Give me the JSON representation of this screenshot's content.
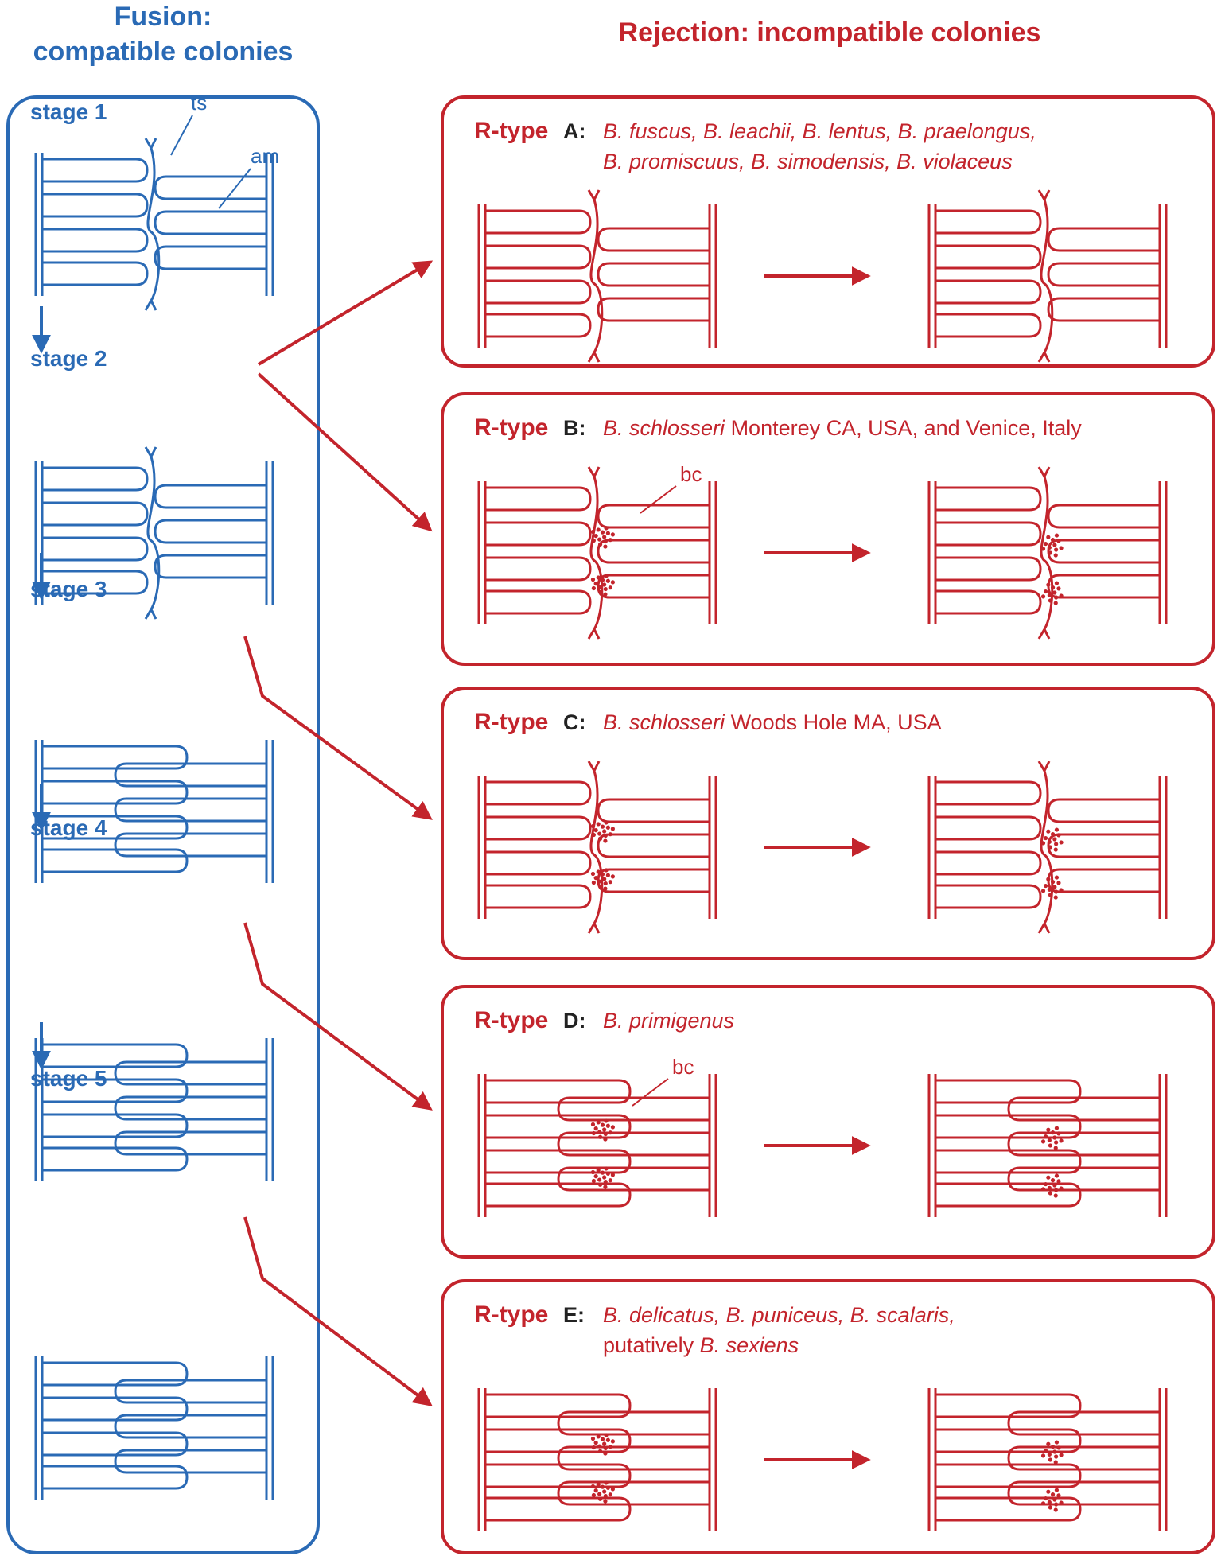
{
  "header": {
    "fusion_line1": "Fusion:",
    "fusion_line2": "compatible colonies",
    "rejection": "Rejection: incompatible colonies"
  },
  "stages": [
    "stage 1",
    "stage 2",
    "stage 3",
    "stage 4",
    "stage 5"
  ],
  "stage1_labels": {
    "ts": "ts",
    "am": "am"
  },
  "rtype_word": "R-type",
  "panels": [
    {
      "letter": "A:",
      "lines": [
        [
          {
            "t": "B. fuscus, B. leachii, B. lentus, B. praelongus,",
            "i": true
          }
        ],
        [
          {
            "t": "B. promiscuus, B. simodensis, B. violaceus",
            "i": true
          }
        ]
      ]
    },
    {
      "letter": "B:",
      "lines": [
        [
          {
            "t": "B. schlosseri",
            "i": true
          },
          {
            "t": " Monterey CA, USA, and Venice, Italy",
            "i": false
          }
        ]
      ],
      "label": "bc"
    },
    {
      "letter": "C:",
      "lines": [
        [
          {
            "t": "B. schlosseri",
            "i": true
          },
          {
            "t": " Woods Hole MA, USA",
            "i": false
          }
        ]
      ]
    },
    {
      "letter": "D:",
      "lines": [
        [
          {
            "t": "B. primigenus",
            "i": true
          }
        ]
      ],
      "label": "bc"
    },
    {
      "letter": "E:",
      "lines": [
        [
          {
            "t": "B. delicatus, B. puniceus, B. scalaris,",
            "i": true
          }
        ],
        [
          {
            "t": "putatively ",
            "i": false
          },
          {
            "t": "B. sexiens",
            "i": true
          }
        ]
      ]
    }
  ],
  "colors": {
    "fusion": "#2a6ab5",
    "rejection": "#c3242c"
  }
}
